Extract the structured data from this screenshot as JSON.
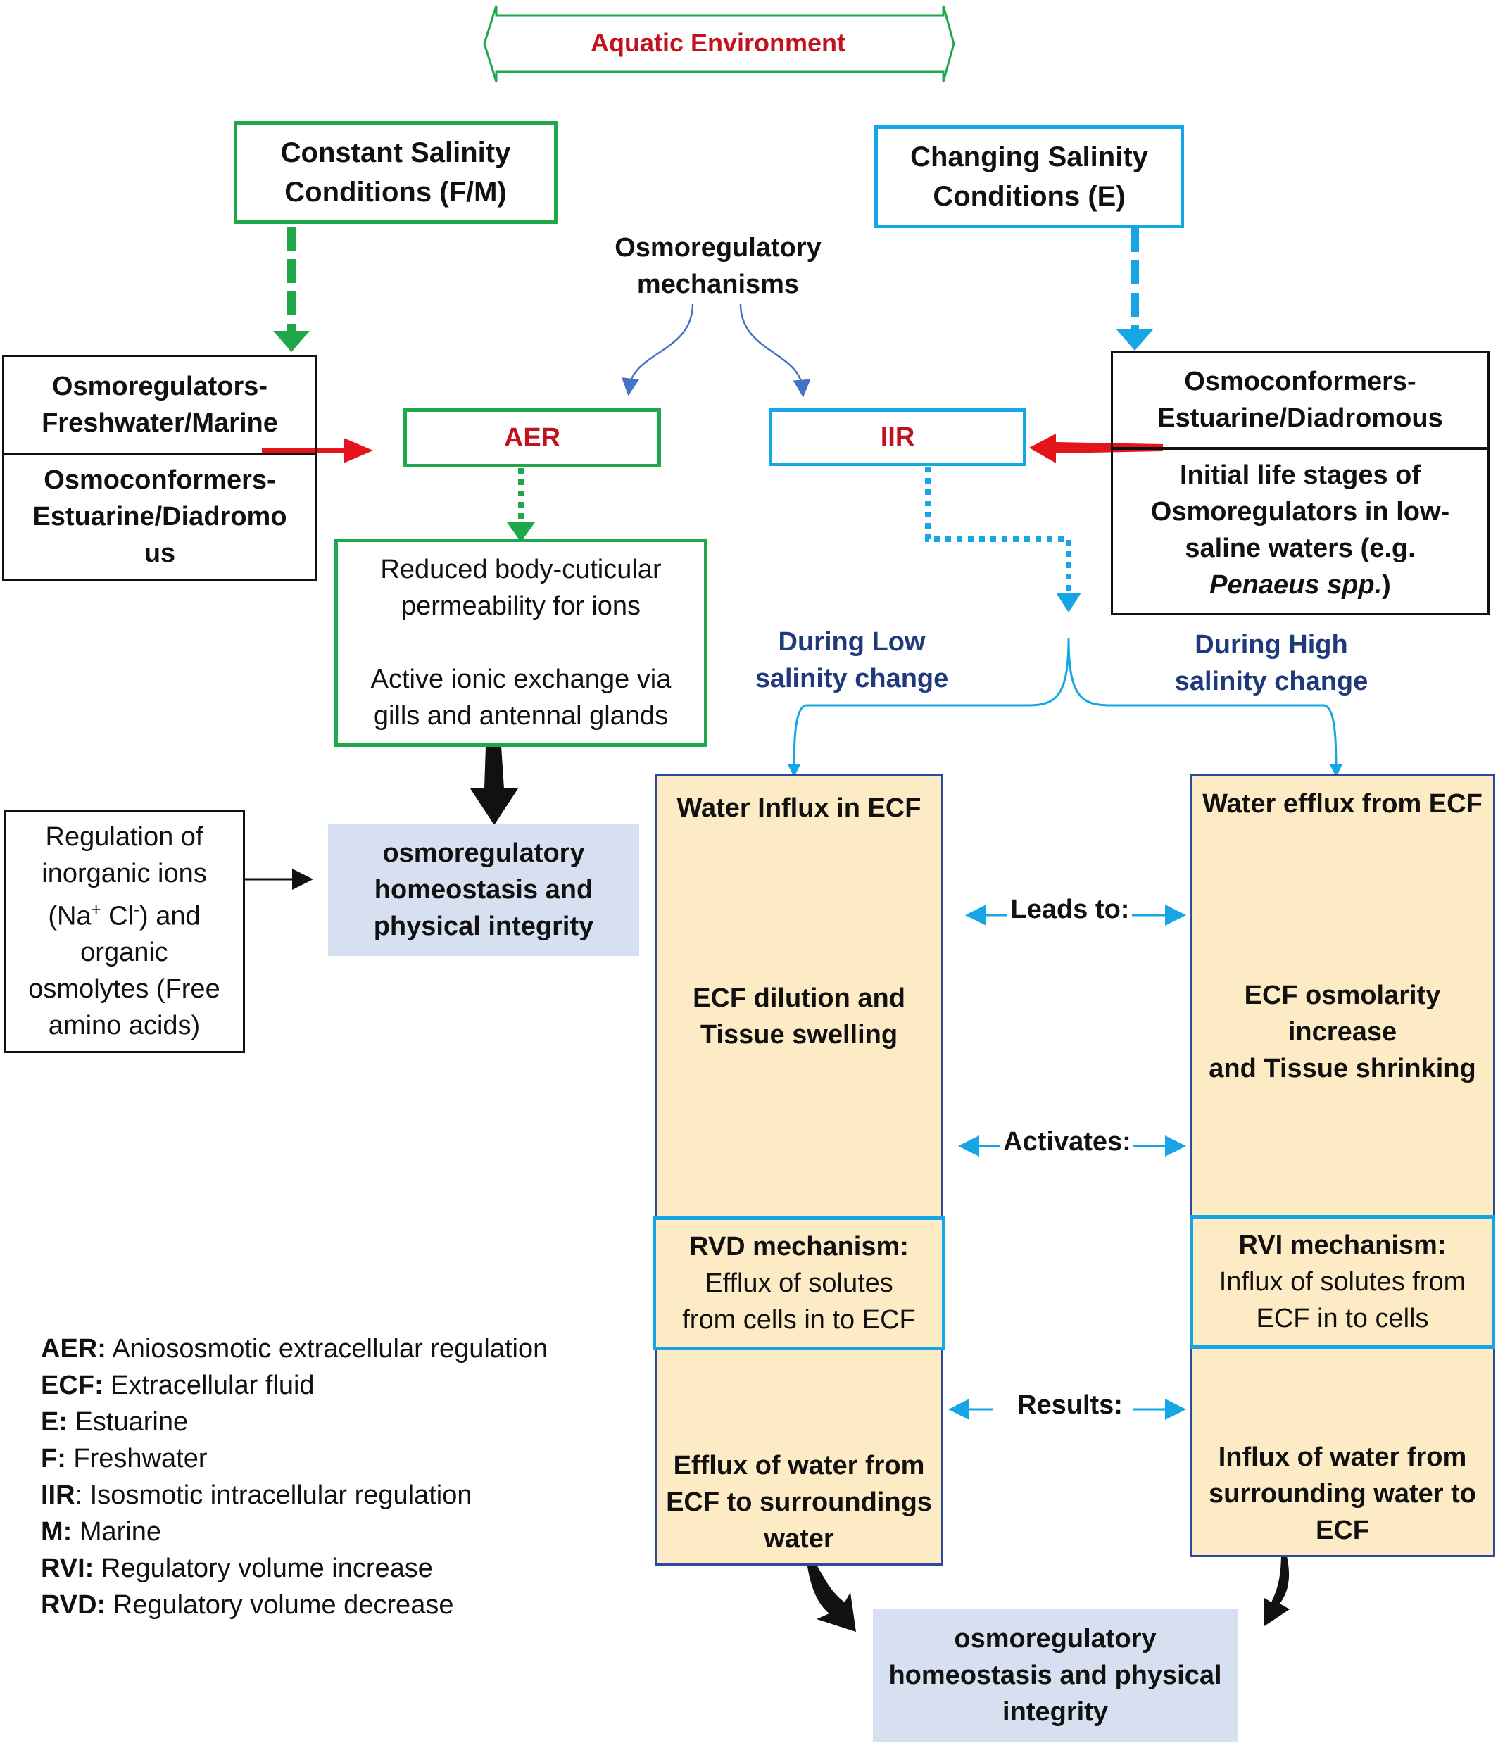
{
  "header": {
    "title": "Aquatic Environment"
  },
  "constant": {
    "line1": "Constant Salinity",
    "line2": "Conditions (F/M)"
  },
  "changing": {
    "line1": "Changing Salinity",
    "line2": "Conditions (E)"
  },
  "mechanisms": {
    "line1": "Osmoregulatory",
    "line2": "mechanisms"
  },
  "left_box": {
    "top1": "Osmoregulators-",
    "top2": "Freshwater/Marine",
    "bot1": "Osmoconformers-",
    "bot2": "Estuarine/Diadromo",
    "bot3": "us"
  },
  "right_box": {
    "top1": "Osmoconformers-",
    "top2": "Estuarine/Diadromous",
    "bot1": "Initial life stages of",
    "bot2": "Osmoregulators in low-",
    "bot3": "saline waters (e.g.",
    "bot4": "Penaeus spp.",
    "bot4_close": ")"
  },
  "aer": {
    "label": "AER"
  },
  "iir": {
    "label": "IIR"
  },
  "aer_detail": {
    "l1": "Reduced body-cuticular",
    "l2": "permeability for ions",
    "l3": "Active ionic exchange via",
    "l4": "gills and antennal glands"
  },
  "ions_box": {
    "l1": "Regulation of",
    "l2": "inorganic ions",
    "l3a": "(Na",
    "l3b": "+",
    "l3c": " Cl",
    "l3d": "-",
    "l3e": ") and",
    "l4": "organic",
    "l5": "osmolytes (Free",
    "l6": "amino acids)"
  },
  "homeo_left": {
    "l1": "osmoregulatory",
    "l2": "homeostasis and",
    "l3": "physical integrity"
  },
  "low_change": {
    "l1": "During Low",
    "l2": "salinity change"
  },
  "high_change": {
    "l1": "During High",
    "l2": "salinity change"
  },
  "low_col": {
    "s1": "Water Influx in ECF",
    "s2a": "ECF dilution and",
    "s2b": "Tissue swelling",
    "s3a": "RVD mechanism:",
    "s3b": "Efflux of solutes",
    "s3c": "from cells in to ECF",
    "s4a": "Efflux of water from",
    "s4b": "ECF to surroundings",
    "s4c": "water"
  },
  "high_col": {
    "s1": "Water efflux from ECF",
    "s2a": "ECF osmolarity increase",
    "s2b": "and Tissue shrinking",
    "s3a": "RVI mechanism:",
    "s3b": "Influx of solutes from",
    "s3c": "ECF in to cells",
    "s4a": "Influx of water from",
    "s4b": "surrounding water to",
    "s4c": "ECF"
  },
  "links": {
    "leads": "Leads to:",
    "activates": "Activates:",
    "results": "Results:"
  },
  "homeo_bottom": {
    "l1": "osmoregulatory",
    "l2": "homeostasis and physical",
    "l3": "integrity"
  },
  "legend": [
    {
      "key": "AER:",
      "text": " Aniososmotic extracellular regulation"
    },
    {
      "key": "ECF:",
      "text": " Extracellular fluid"
    },
    {
      "key": "E:",
      "text": " Estuarine"
    },
    {
      "key": "F:",
      "text": " Freshwater"
    },
    {
      "key": "IIR",
      "text": ": Isosmotic intracellular regulation"
    },
    {
      "key": "M:",
      "text": " Marine"
    },
    {
      "key": "RVI:",
      "text": " Regulatory volume increase"
    },
    {
      "key": "RVD:",
      "text": " Regulatory volume decrease"
    }
  ],
  "colors": {
    "green": "#1fa84a",
    "blue": "#16a6e6",
    "red": "#c1121f",
    "navy": "#1f3a7a",
    "panel": "#fcebc4",
    "homeo": "#d6e0f0"
  }
}
